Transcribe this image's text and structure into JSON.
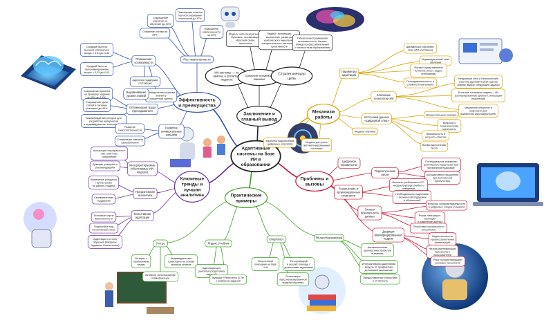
{
  "center": {
    "lines": [
      "Адаптивные",
      "системы на базе",
      "ИИ в",
      "образовании"
    ]
  },
  "branches": {
    "effect": {
      "color": "#2f4fb0",
      "lines": [
        "Эффективность",
        "и преимущества"
      ]
    },
    "mech": {
      "color": "#d9a300",
      "lines": [
        "Механизм",
        "работы"
      ]
    },
    "problems": {
      "color": "#c8102e",
      "lines": [
        "Проблемы и",
        "вызовы"
      ]
    },
    "trends": {
      "color": "#6a2fa0",
      "lines": [
        "Ключевые",
        "тренды и",
        "лучшая",
        "аналитика"
      ]
    },
    "practice": {
      "color": "#3aa021",
      "lines": [
        "Практические",
        "примеры"
      ]
    },
    "concl": {
      "color": "#222222",
      "lines": [
        "Заключение и",
        "главный вывод"
      ]
    }
  },
  "nodes": {
    "c1": {
      "lines": [
        "ИИ-системы — не",
        "замена, а усилитель",
        "педагога"
      ]
    },
    "c2": {
      "lines": [
        "Синергия человека и",
        "машины"
      ]
    },
    "c3": {
      "lines": [
        "Стратегическая",
        "цель"
      ]
    },
    "c4": {
      "lines": [
        "Модель интеллектуального",
        "буткэмпа, оптимизация",
        "обратной связи,",
        "аналитика"
      ]
    },
    "c5": {
      "lines": [
        "Педагог: мотивация,",
        "воспитание, развитие",
        "критического мышления,",
        "эмоционального интеллекта,",
        "креативности"
      ]
    },
    "c6": {
      "lines": [
        "Гибкая и выстраиваемая",
        "оптимальность; баланс",
        "между профессиональным",
        "и личностным образованием"
      ]
    },
    "e1": {
      "lines": [
        "Рост вовлеченности"
      ]
    },
    "e1a": {
      "lines": [
        "Сокращение",
        "времени на",
        "обучение до 30%"
      ]
    },
    "e1b": {
      "lines": [
        "Повышение",
        "вовлеченности",
        "на 40%"
      ]
    },
    "e1c": {
      "lines": [
        "Снижение отсева на",
        "25%"
      ]
    },
    "e1d": {
      "lines": [
        "Повышение отметок",
        "при использовании",
        "технологий до 37%"
      ]
    },
    "e2": {
      "lines": [
        "Повышение",
        "успеваемости"
      ]
    },
    "e2a": {
      "lines": [
        "Средний балл по",
        "высшей математике",
        "вырос с 3,54 до 4,35"
      ]
    },
    "e2b": {
      "lines": [
        "Средний балл по",
        "программированию",
        "вырос с 3,33 до 4,02"
      ]
    },
    "e2c": {
      "lines": [
        "Адресная поддержка",
        "отстающих"
      ]
    },
    "e2d": {
      "lines": [
        "Определение разрыва",
        "знаний у",
        "конкретной группы"
      ]
    },
    "e3": {
      "lines": [
        "Выравнивание",
        "уровня знаний"
      ]
    },
    "e4": {
      "lines": [
        "Оптимизация труда",
        "преподавателя"
      ]
    },
    "e4a": {
      "lines": [
        "Сокращение времени",
        "на проверку заданий",
        "(с 40% до 14%)"
      ]
    },
    "e4b": {
      "lines": [
        "Сокращение доли",
        "статей в типовых",
        "рекламах до 40%"
      ]
    },
    "e4c": {
      "lines": [
        "Высвобождение ресурса для",
        "разработки материалов",
        "и индивидуальных консультаций"
      ]
    },
    "e5": {
      "lines": [
        "Развитие",
        "универсальных",
        "навыков"
      ]
    },
    "e5a": {
      "lines": [
        "Развитие",
        "самостоятельности"
      ]
    },
    "e5b": {
      "lines": [
        "Стимуляция навыков",
        "самообучения"
      ]
    },
    "m1": {
      "lines": [
        "Параметры",
        "адаптации"
      ]
    },
    "m1a": {
      "lines": [
        "Динамичное обучение:",
        "темп (ИИ-наставник)"
      ]
    },
    "m1b": {
      "lines": [
        "Индивидуальный темп",
        "обучения"
      ]
    },
    "m1c": {
      "lines": [
        "Формат представления",
        "контента (текст, видео,",
        "интерактив)"
      ]
    },
    "m1d": {
      "lines": [
        "Последовательность и",
        "сложность материала"
      ]
    },
    "m2": {
      "lines": [
        "Ключевые",
        "технологии ИИ"
      ]
    },
    "m2a": {
      "lines": [
        "Нейронные сети и Reinforcement",
        "Learning (динамическая оценка",
        "знаний, выбор следующей задачи)"
      ]
    },
    "m2b": {
      "lines": [
        "Большие языковые модели, LLM",
        "(сгенерированные диалоги, генерация",
        "пояснений)"
      ]
    },
    "m2c": {
      "lines": [
        "Машинное обучение и",
        "нейросети для",
        "выявления закономерностей"
      ]
    },
    "m3": {
      "lines": [
        "Источники данных",
        "«Цифровой след»"
      ]
    },
    "m3a": {
      "lines": [
        "Эмоциональные реакции"
      ]
    },
    "m3b": {
      "lines": [
        "Вопросы к",
        "тематическому",
        "материалу"
      ]
    },
    "m3c": {
      "lines": [
        "Правильность и",
        "скорость ответов"
      ]
    },
    "m3d": {
      "lines": [
        "Время выполнения",
        "теста"
      ]
    },
    "m4": {
      "lines": [
        "Модель ученика"
      ]
    },
    "m5": {
      "lines": [
        "Модель доступа к",
        "автоматизированным",
        "системам"
      ]
    },
    "m6": {
      "lines": [
        "Качество подключения",
        "цифровых устройств"
      ]
    },
    "p1": {
      "lines": [
        "Цифровое",
        "неравенство"
      ]
    },
    "p2": {
      "lines": [
        "Педагогические",
        "риски"
      ]
    },
    "p2a": {
      "lines": [
        "Потенциальное снижение",
        "критического мышления при",
        "чрезмерной подсказке"
      ]
    },
    "p2b": {
      "lines": [
        "Ассоциативное мышление",
        "при постоянном",
        "присутствии"
      ]
    },
    "p3": {
      "lines": [
        "Технические и",
        "организационные",
        "сложности"
      ]
    },
    "p3a": {
      "lines": [
        "Высокие требования к ИТ-",
        "инфраструктуре учебного",
        "заведения"
      ]
    },
    "p3b": {
      "lines": [
        "Необходимость подготовки",
        "технической поддержки",
        "и обновлений"
      ]
    },
    "p4": {
      "lines": [
        "Этика и",
        "безопасность",
        "данных"
      ]
    },
    "p4a": {
      "lines": [
        "Вопросы конфиденциальности",
        "и цифровых следов учащихся"
      ]
    },
    "p4b": {
      "lines": [
        "Риски «матрицы»:",
        "изоляция",
        "и изменение данных"
      ]
    },
    "p4c": {
      "lines": [
        "Отсутствие прозрачности",
        "алгоритмов"
      ]
    },
    "p5": {
      "lines": [
        "Дефицит",
        "квалифицированных",
        "кадров"
      ]
    },
    "p5a": {
      "lines": [
        "Недостаточность",
        "профессиональных",
        "компетенций"
      ]
    },
    "p5b": {
      "lines": [
        "Низкая квалификация",
        "персонала и",
        "пользователей"
      ]
    },
    "p5c": {
      "lines": [
        "Риск «алгоритмизации»",
        "ролевых технологий"
      ]
    },
    "t1": {
      "lines": [
        "Интерпретируемые",
        "(объяснимые ИИ-",
        "модели)"
      ]
    },
    "t1a": {
      "lines": [
        "Концепция «прозрачного»",
        "ИИ: ответ как",
        "объяснение"
      ]
    },
    "t1b": {
      "lines": [
        "Доверие учащихся к",
        "рекомендациям"
      ]
    },
    "t2": {
      "lines": [
        "Предиктивная",
        "аналитика"
      ]
    },
    "t2a": {
      "lines": [
        "Выявление учащихся",
        "группы риска",
        "на ранних стадиях"
      ]
    },
    "t2b": {
      "lines": [
        "Своевременная",
        "поддержка"
      ]
    },
    "t3": {
      "lines": [
        "Когнитивная",
        "адаптация"
      ]
    },
    "t3a": {
      "lines": [
        "Тепловые карты",
        "вовлеченности"
      ]
    },
    "t3b": {
      "lines": [
        "Подстройка под",
        "когнитивный стиль"
      ]
    },
    "t3c": {
      "lines": [
        "Адаптация к стилю",
        "обучения (Визуалы,",
        "Аудиалы, Кинестетики)"
      ]
    },
    "x1": {
      "lines": [
        "Учи.ру"
      ]
    },
    "x1a": {
      "lines": [
        "Возврат к",
        "проблемным",
        "темам"
      ]
    },
    "x1b": {
      "lines": [
        "Индивидуальные",
        "траектории на основе",
        "анализа ответов"
      ]
    },
    "x1c": {
      "lines": [
        "Активное использование",
        "геймификации"
      ]
    },
    "x2": {
      "lines": [
        "Яндекс.Учебник"
      ]
    },
    "x2a": {
      "lines": [
        "Адаптация для",
        "учителей (подготовка",
        "заданий)"
      ]
    },
    "x2b": {
      "lines": [
        "Функция «Репетитор ЕГЭ»",
        "с разбором заданий"
      ]
    },
    "x3": {
      "lines": [
        "СберКласс"
      ]
    },
    "x3a": {
      "lines": [
        "Встроенный",
        "помощник на базе",
        "LLM"
      ]
    },
    "x3b": {
      "lines": [
        "Фотографируй",
        "и решай: помощь с",
        "домашними заданиями"
      ]
    },
    "x3c": {
      "lines": [
        "Реализация",
        "персонализированной",
        "модели обучения"
      ]
    },
    "x4": {
      "lines": [
        "ЯКлассМатематика"
      ]
    },
    "x4a": {
      "lines": [
        "Автоматическая",
        "диагностика пробелов",
        "в знаниях"
      ]
    },
    "x4b": {
      "lines": [
        "Интерактивная адаптивная",
        "модель от арифметики",
        "до высшей математики"
      ]
    },
    "x4c": {
      "lines": [
        "Предоставление статистики",
        "и отчётность"
      ]
    }
  }
}
